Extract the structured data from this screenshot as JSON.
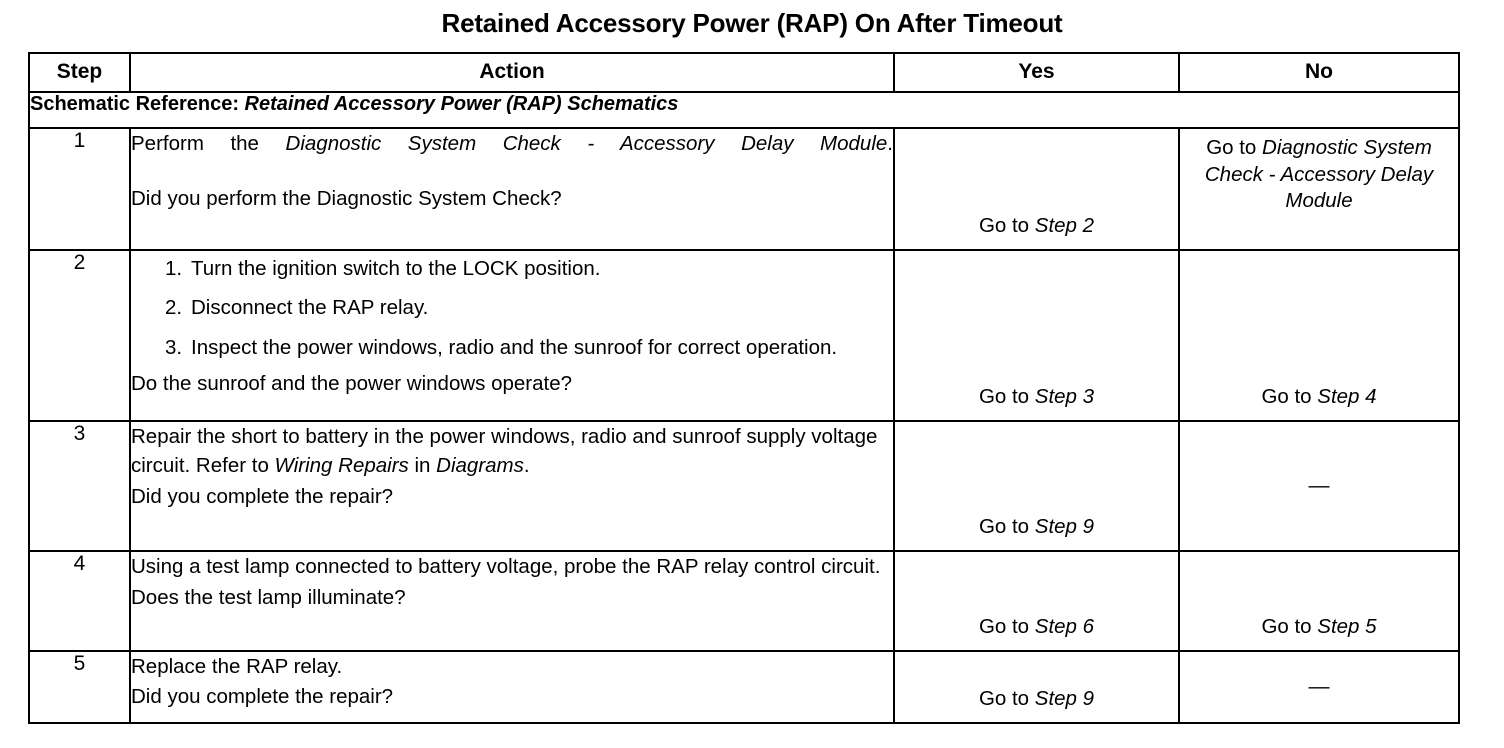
{
  "title": "Retained Accessory Power (RAP) On After Timeout",
  "table": {
    "headers": {
      "step": "Step",
      "action": "Action",
      "yes": "Yes",
      "no": "No"
    },
    "schematic": {
      "label": "Schematic Reference:",
      "reference": "Retained Accessory Power (RAP) Schematics"
    },
    "rows": [
      {
        "step": "1",
        "action": {
          "line1_plain": "Perform the",
          "line1_italic": "Diagnostic System Check - Accessory Delay Module",
          "line1_end": ".",
          "question": "Did you perform the Diagnostic System Check?"
        },
        "yes": {
          "plain": "Go to ",
          "italic": "Step 2"
        },
        "no": {
          "plain": "Go to ",
          "italic": "Diagnostic System Check - Accessory Delay Module"
        }
      },
      {
        "step": "2",
        "action": {
          "items": [
            "Turn the ignition switch to the LOCK position.",
            "Disconnect the RAP relay.",
            "Inspect the power windows, radio and the sunroof for correct operation."
          ],
          "question": "Do the sunroof and the power windows operate?"
        },
        "yes": {
          "plain": "Go to ",
          "italic": "Step 3"
        },
        "no": {
          "plain": "Go to ",
          "italic": "Step 4"
        }
      },
      {
        "step": "3",
        "action": {
          "body_pre": "Repair the short to battery in the power windows, radio and sunroof supply voltage circuit. Refer to ",
          "body_italic1": "Wiring Repairs",
          "body_mid": " in ",
          "body_italic2": "Diagrams",
          "body_end": ".",
          "question": "Did you complete the repair?"
        },
        "yes": {
          "plain": "Go to ",
          "italic": "Step 9"
        },
        "no": {
          "dash": "—"
        }
      },
      {
        "step": "4",
        "action": {
          "body": "Using a test lamp connected to battery voltage, probe the RAP relay control circuit.",
          "question": "Does the test lamp illuminate?"
        },
        "yes": {
          "plain": "Go to ",
          "italic": "Step 6"
        },
        "no": {
          "plain": "Go to ",
          "italic": "Step 5"
        }
      },
      {
        "step": "5",
        "action": {
          "body": "Replace the RAP relay.",
          "question": "Did you complete the repair?"
        },
        "yes": {
          "plain": "Go to ",
          "italic": "Step 9"
        },
        "no": {
          "dash": "—"
        }
      }
    ]
  }
}
